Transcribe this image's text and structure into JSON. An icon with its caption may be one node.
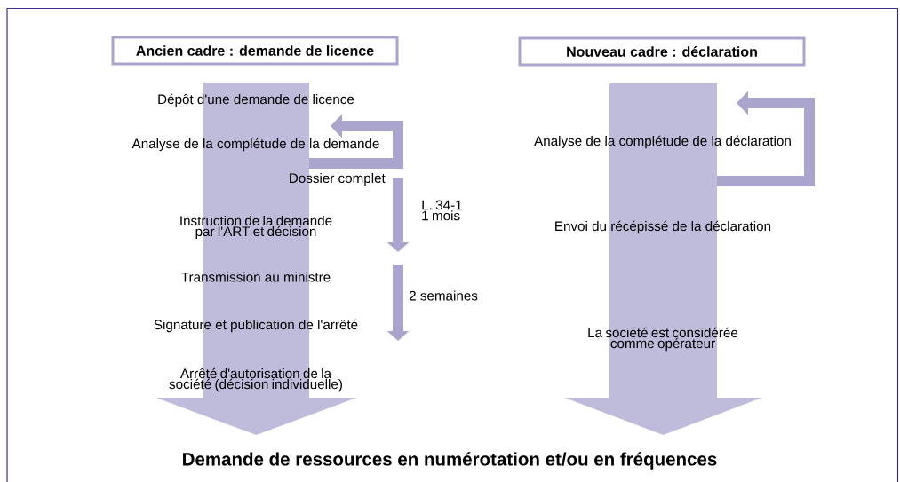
{
  "diagram": {
    "nodes": [
      {
        "text": [
          "Ancien cadre : demande de licence"
        ]
      },
      {
        "text": [
          "Dépôt d'une demande de licence"
        ]
      },
      {
        "text": [
          "Analyse de la complétude de la demande"
        ]
      },
      {
        "text": [
          "Dossier complet"
        ]
      },
      {
        "text": [
          "Instruction de la demande par l'ART et décision"
        ]
      },
      {
        "text": [
          "Transmission au ministre"
        ]
      },
      {
        "text": [
          "Signature et publication de l'arrêté"
        ]
      },
      {
        "text": [
          "Arrêté d'autorisation de la société (décision individuelle)"
        ]
      },
      {
        "text": [
          "Nouveau cadre : déclaration"
        ]
      },
      {
        "text": [
          "Analyse de la complétude de la déclaration"
        ]
      },
      {
        "text": [
          "Envoi du récépissé de la déclaration"
        ]
      },
      {
        "text": [
          "La société est considérée comme opérateur"
        ]
      },
      {
        "text": [
          "Demande de ressources en numérotation et/ou en fréquences"
        ]
      }
    ],
    "edges": [
      {
        "from": 0,
        "to": 12,
        "arrow": "to",
        "style": "thick",
        "color": "#bfbcdb"
      },
      {
        "from": 2,
        "to": 2,
        "arrow": "to"
      },
      {
        "from": 8,
        "to": 12,
        "arrow": "to",
        "style": "thick",
        "color": "#bfbcdb"
      },
      {
        "from": 9,
        "to": 9,
        "arrow": "to"
      }
    ],
    "labels": [
      "L. 34-1 1 mois",
      "2 semaines"
    ]
  }
}
